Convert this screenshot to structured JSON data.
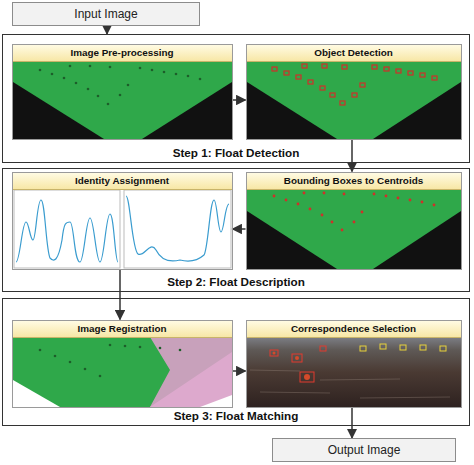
{
  "diagram": {
    "nodes": [
      {
        "text": [
          "Input Image"
        ]
      },
      {
        "text": [
          "Step 1: Float Detection"
        ]
      },
      {
        "text": [
          "Image Pre-processing"
        ],
        "in": 1
      },
      {
        "text": [
          "Object Detection"
        ],
        "in": 1
      },
      {
        "text": [
          "Step 2: Float Description"
        ]
      },
      {
        "text": [
          "Identity Assignment"
        ],
        "in": 4
      },
      {
        "text": [
          "Bounding Boxes to Centroids"
        ],
        "in": 4
      },
      {
        "text": [
          "Step 3: Float Matching"
        ]
      },
      {
        "text": [
          "Image Registration"
        ],
        "in": 7
      },
      {
        "text": [
          "Correspondence Selection"
        ],
        "in": 7
      },
      {
        "text": [
          "Output Image"
        ]
      }
    ],
    "edges": [
      {
        "from": 0,
        "to": 1,
        "arrow": "to"
      },
      {
        "from": 2,
        "to": 3,
        "arrow": "to"
      },
      {
        "from": 3,
        "to": 6,
        "arrow": "to"
      },
      {
        "from": 6,
        "to": 5,
        "arrow": "to"
      },
      {
        "from": 5,
        "to": 8,
        "arrow": "to"
      },
      {
        "from": 8,
        "to": 9,
        "arrow": "to"
      },
      {
        "from": 9,
        "to": 10,
        "arrow": "to"
      }
    ]
  }
}
